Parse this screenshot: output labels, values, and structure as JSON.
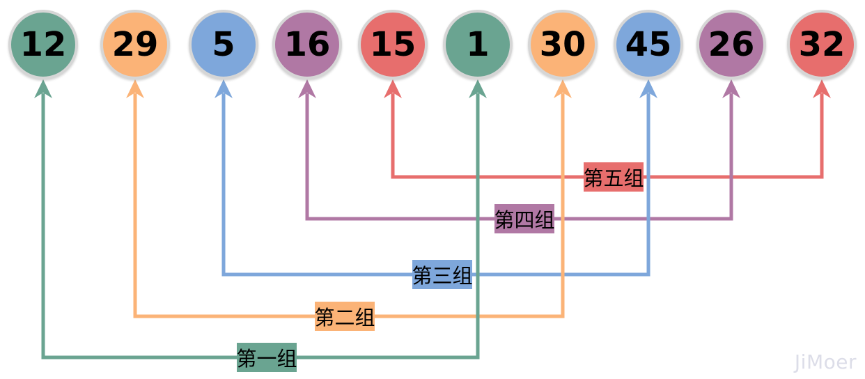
{
  "circles": [
    {
      "value": "12",
      "color_name": "green"
    },
    {
      "value": "29",
      "color_name": "orange"
    },
    {
      "value": "5",
      "color_name": "blue"
    },
    {
      "value": "16",
      "color_name": "purple"
    },
    {
      "value": "15",
      "color_name": "red"
    },
    {
      "value": "1",
      "color_name": "green"
    },
    {
      "value": "30",
      "color_name": "orange"
    },
    {
      "value": "45",
      "color_name": "blue"
    },
    {
      "value": "26",
      "color_name": "purple"
    },
    {
      "value": "32",
      "color_name": "red"
    }
  ],
  "groups": [
    {
      "label": "第一组",
      "color_name": "green",
      "members": [
        "12",
        "1"
      ]
    },
    {
      "label": "第二组",
      "color_name": "orange",
      "members": [
        "29",
        "30"
      ]
    },
    {
      "label": "第三组",
      "color_name": "blue",
      "members": [
        "5",
        "45"
      ]
    },
    {
      "label": "第四组",
      "color_name": "purple",
      "members": [
        "16",
        "26"
      ]
    },
    {
      "label": "第五组",
      "color_name": "red",
      "members": [
        "15",
        "32"
      ]
    }
  ],
  "colors": {
    "green": "#6aa491",
    "orange": "#fbb377",
    "blue": "#7ea7db",
    "purple": "#b078a4",
    "red": "#e76e6d",
    "ring": "#d6d6d6",
    "number_text": "#000000",
    "label_text": "#000000",
    "watermark": "#dcdde8"
  },
  "watermark": {
    "text": "JiMoer"
  }
}
